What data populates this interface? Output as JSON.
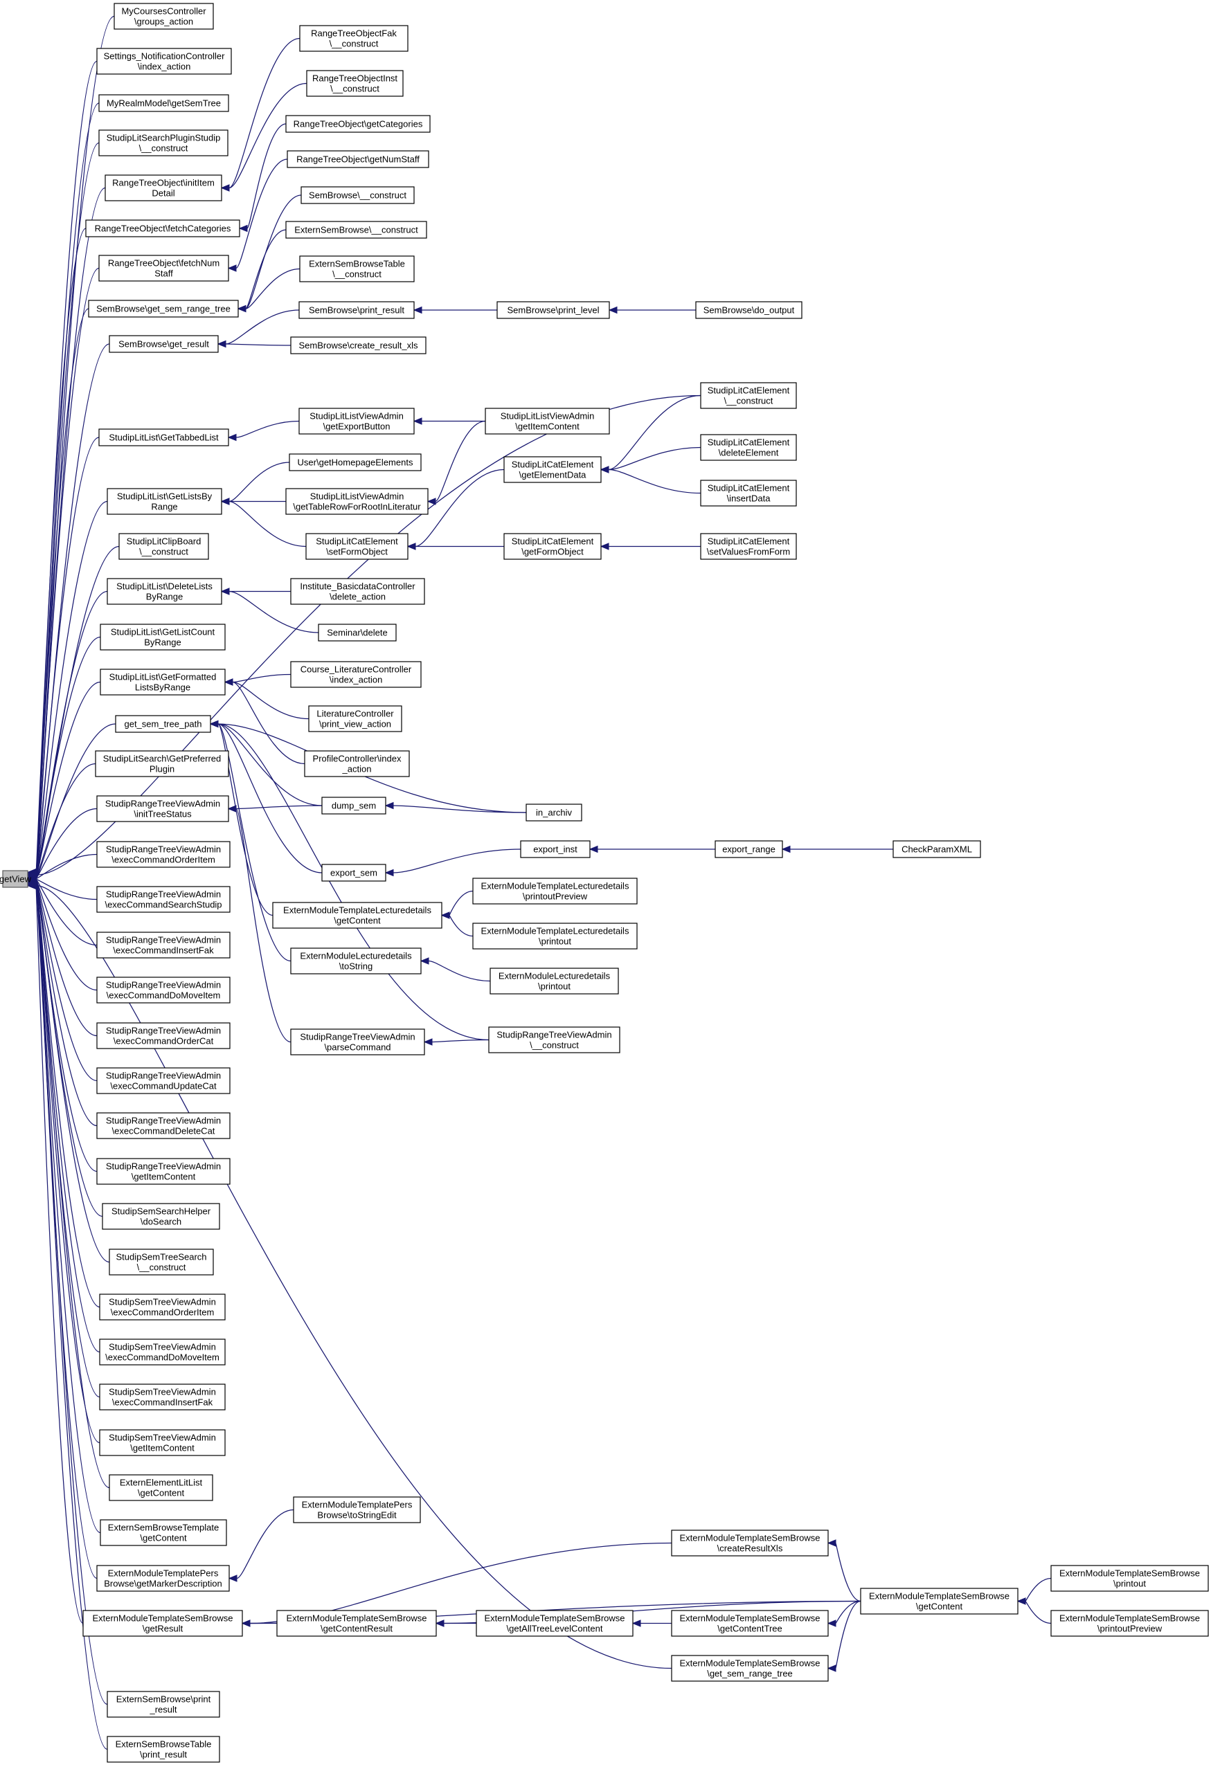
{
  "diagram": {
    "title": "",
    "nodes": [
      {
        "id": "getView",
        "label": [
          "getView"
        ],
        "root": true
      },
      {
        "id": "n01",
        "label": [
          "MyCoursesController",
          "\\groups_action"
        ]
      },
      {
        "id": "n02",
        "label": [
          "Settings_NotificationController",
          "\\index_action"
        ]
      },
      {
        "id": "n03",
        "label": [
          "MyRealmModel\\getSemTree"
        ]
      },
      {
        "id": "n04",
        "label": [
          "StudipLitSearchPluginStudip",
          "\\__construct"
        ]
      },
      {
        "id": "n05",
        "label": [
          "RangeTreeObject\\initItem",
          "Detail"
        ]
      },
      {
        "id": "n06",
        "label": [
          "RangeTreeObject\\fetchCategories"
        ]
      },
      {
        "id": "n07",
        "label": [
          "RangeTreeObject\\fetchNum",
          "Staff"
        ]
      },
      {
        "id": "n08",
        "label": [
          "SemBrowse\\get_sem_range_tree"
        ]
      },
      {
        "id": "n09",
        "label": [
          "SemBrowse\\get_result"
        ]
      },
      {
        "id": "n10",
        "label": [
          "StudipLitList\\GetTabbedList"
        ]
      },
      {
        "id": "n11",
        "label": [
          "StudipLitList\\GetListsBy",
          "Range"
        ]
      },
      {
        "id": "n12",
        "label": [
          "StudipLitClipBoard",
          "\\__construct"
        ]
      },
      {
        "id": "n13",
        "label": [
          "StudipLitList\\DeleteLists",
          "ByRange"
        ]
      },
      {
        "id": "n14",
        "label": [
          "StudipLitList\\GetListCount",
          "ByRange"
        ]
      },
      {
        "id": "n15",
        "label": [
          "StudipLitList\\GetFormatted",
          "ListsByRange"
        ]
      },
      {
        "id": "n16",
        "label": [
          "get_sem_tree_path"
        ]
      },
      {
        "id": "n17",
        "label": [
          "StudipLitSearch\\GetPreferred",
          "Plugin"
        ]
      },
      {
        "id": "n18",
        "label": [
          "StudipRangeTreeViewAdmin",
          "\\initTreeStatus"
        ]
      },
      {
        "id": "n19",
        "label": [
          "StudipRangeTreeViewAdmin",
          "\\execCommandOrderItem"
        ]
      },
      {
        "id": "n20",
        "label": [
          "StudipRangeTreeViewAdmin",
          "\\execCommandSearchStudip"
        ]
      },
      {
        "id": "n21",
        "label": [
          "StudipRangeTreeViewAdmin",
          "\\execCommandInsertFak"
        ]
      },
      {
        "id": "n22",
        "label": [
          "StudipRangeTreeViewAdmin",
          "\\execCommandDoMoveItem"
        ]
      },
      {
        "id": "n23",
        "label": [
          "StudipRangeTreeViewAdmin",
          "\\execCommandOrderCat"
        ]
      },
      {
        "id": "n24",
        "label": [
          "StudipRangeTreeViewAdmin",
          "\\execCommandUpdateCat"
        ]
      },
      {
        "id": "n25",
        "label": [
          "StudipRangeTreeViewAdmin",
          "\\execCommandDeleteCat"
        ]
      },
      {
        "id": "n26",
        "label": [
          "StudipRangeTreeViewAdmin",
          "\\getItemContent"
        ]
      },
      {
        "id": "n27",
        "label": [
          "StudipSemSearchHelper",
          "\\doSearch"
        ]
      },
      {
        "id": "n28",
        "label": [
          "StudipSemTreeSearch",
          "\\__construct"
        ]
      },
      {
        "id": "n29",
        "label": [
          "StudipSemTreeViewAdmin",
          "\\execCommandOrderItem"
        ]
      },
      {
        "id": "n30",
        "label": [
          "StudipSemTreeViewAdmin",
          "\\execCommandDoMoveItem"
        ]
      },
      {
        "id": "n31",
        "label": [
          "StudipSemTreeViewAdmin",
          "\\execCommandInsertFak"
        ]
      },
      {
        "id": "n32",
        "label": [
          "StudipSemTreeViewAdmin",
          "\\getItemContent"
        ]
      },
      {
        "id": "n33",
        "label": [
          "ExternElementLitList",
          "\\getContent"
        ]
      },
      {
        "id": "n34",
        "label": [
          "ExternSemBrowseTemplate",
          "\\getContent"
        ]
      },
      {
        "id": "n35",
        "label": [
          "ExternModuleTemplatePers",
          "Browse\\getMarkerDescription"
        ]
      },
      {
        "id": "n36",
        "label": [
          "ExternModuleTemplateSemBrowse",
          "\\getResult"
        ]
      },
      {
        "id": "n37",
        "label": [
          "ExternSemBrowse\\print",
          "_result"
        ]
      },
      {
        "id": "n38",
        "label": [
          "ExternSemBrowseTable",
          "\\print_result"
        ]
      },
      {
        "id": "m01",
        "label": [
          "RangeTreeObjectFak",
          "\\__construct"
        ]
      },
      {
        "id": "m02",
        "label": [
          "RangeTreeObjectInst",
          "\\__construct"
        ]
      },
      {
        "id": "m03",
        "label": [
          "RangeTreeObject\\getCategories"
        ]
      },
      {
        "id": "m04",
        "label": [
          "RangeTreeObject\\getNumStaff"
        ]
      },
      {
        "id": "m05",
        "label": [
          "SemBrowse\\__construct"
        ]
      },
      {
        "id": "m06",
        "label": [
          "ExternSemBrowse\\__construct"
        ]
      },
      {
        "id": "m07",
        "label": [
          "ExternSemBrowseTable",
          "\\__construct"
        ]
      },
      {
        "id": "m08",
        "label": [
          "SemBrowse\\print_result"
        ]
      },
      {
        "id": "m09",
        "label": [
          "SemBrowse\\create_result_xls"
        ]
      },
      {
        "id": "m10",
        "label": [
          "StudipLitListViewAdmin",
          "\\getExportButton"
        ]
      },
      {
        "id": "m11",
        "label": [
          "User\\getHomepageElements"
        ]
      },
      {
        "id": "m12",
        "label": [
          "StudipLitListViewAdmin",
          "\\getTableRowForRootInLiteratur"
        ]
      },
      {
        "id": "m13",
        "label": [
          "StudipLitCatElement",
          "\\setFormObject"
        ]
      },
      {
        "id": "m14",
        "label": [
          "Institute_BasicdataController",
          "\\delete_action"
        ]
      },
      {
        "id": "m15",
        "label": [
          "Seminar\\delete"
        ]
      },
      {
        "id": "m16",
        "label": [
          "Course_LiteratureController",
          "\\index_action"
        ]
      },
      {
        "id": "m17",
        "label": [
          "LiteratureController",
          "\\print_view_action"
        ]
      },
      {
        "id": "m18",
        "label": [
          "ProfileController\\index",
          "_action"
        ]
      },
      {
        "id": "m19",
        "label": [
          "dump_sem"
        ]
      },
      {
        "id": "m20",
        "label": [
          "export_sem"
        ]
      },
      {
        "id": "m21",
        "label": [
          "ExternModuleTemplateLecturedetails",
          "\\getContent"
        ]
      },
      {
        "id": "m22",
        "label": [
          "ExternModuleLecturedetails",
          "\\toString"
        ]
      },
      {
        "id": "m23",
        "label": [
          "StudipRangeTreeViewAdmin",
          "\\parseCommand"
        ]
      },
      {
        "id": "m24",
        "label": [
          "ExternModuleTemplatePers",
          "Browse\\toStringEdit"
        ]
      },
      {
        "id": "m25",
        "label": [
          "ExternModuleTemplateSemBrowse",
          "\\getContentResult"
        ]
      },
      {
        "id": "p01",
        "label": [
          "SemBrowse\\print_level"
        ]
      },
      {
        "id": "p02",
        "label": [
          "StudipLitListViewAdmin",
          "\\getItemContent"
        ]
      },
      {
        "id": "p03",
        "label": [
          "StudipLitCatElement",
          "\\getElementData"
        ]
      },
      {
        "id": "p04",
        "label": [
          "StudipLitCatElement",
          "\\getFormObject"
        ]
      },
      {
        "id": "p05",
        "label": [
          "in_archiv"
        ]
      },
      {
        "id": "p06",
        "label": [
          "export_inst"
        ]
      },
      {
        "id": "p07",
        "label": [
          "ExternModuleTemplateLecturedetails",
          "\\printoutPreview"
        ]
      },
      {
        "id": "p08",
        "label": [
          "ExternModuleTemplateLecturedetails",
          "\\printout"
        ]
      },
      {
        "id": "p09",
        "label": [
          "ExternModuleLecturedetails",
          "\\printout"
        ]
      },
      {
        "id": "p10",
        "label": [
          "StudipRangeTreeViewAdmin",
          "\\__construct"
        ]
      },
      {
        "id": "p11",
        "label": [
          "ExternModuleTemplateSemBrowse",
          "\\getAllTreeLevelContent"
        ]
      },
      {
        "id": "q01",
        "label": [
          "SemBrowse\\do_output"
        ]
      },
      {
        "id": "q02",
        "label": [
          "StudipLitCatElement",
          "\\__construct"
        ]
      },
      {
        "id": "q03",
        "label": [
          "StudipLitCatElement",
          "\\deleteElement"
        ]
      },
      {
        "id": "q04",
        "label": [
          "StudipLitCatElement",
          "\\insertData"
        ]
      },
      {
        "id": "q05",
        "label": [
          "StudipLitCatElement",
          "\\setValuesFromForm"
        ]
      },
      {
        "id": "q06",
        "label": [
          "export_range"
        ]
      },
      {
        "id": "q07",
        "label": [
          "ExternModuleTemplateSemBrowse",
          "\\createResultXls"
        ]
      },
      {
        "id": "q08",
        "label": [
          "ExternModuleTemplateSemBrowse",
          "\\getContentTree"
        ]
      },
      {
        "id": "q09",
        "label": [
          "ExternModuleTemplateSemBrowse",
          "\\get_sem_range_tree"
        ]
      },
      {
        "id": "r01",
        "label": [
          "CheckParamXML"
        ]
      },
      {
        "id": "r02",
        "label": [
          "ExternModuleTemplateSemBrowse",
          "\\getContent"
        ]
      },
      {
        "id": "s01",
        "label": [
          "ExternModuleTemplateSemBrowse",
          "\\printout"
        ]
      },
      {
        "id": "s02",
        "label": [
          "ExternModuleTemplateSemBrowse",
          "\\printoutPreview"
        ]
      }
    ],
    "edges": [
      [
        "n01",
        "getView"
      ],
      [
        "n02",
        "getView"
      ],
      [
        "n03",
        "getView"
      ],
      [
        "n04",
        "getView"
      ],
      [
        "n05",
        "getView"
      ],
      [
        "n06",
        "getView"
      ],
      [
        "n07",
        "getView"
      ],
      [
        "n08",
        "getView"
      ],
      [
        "n09",
        "getView"
      ],
      [
        "n10",
        "getView"
      ],
      [
        "n11",
        "getView"
      ],
      [
        "n12",
        "getView"
      ],
      [
        "n13",
        "getView"
      ],
      [
        "n14",
        "getView"
      ],
      [
        "n15",
        "getView"
      ],
      [
        "n16",
        "getView"
      ],
      [
        "n17",
        "getView"
      ],
      [
        "n18",
        "getView"
      ],
      [
        "n19",
        "getView"
      ],
      [
        "n20",
        "getView"
      ],
      [
        "n21",
        "getView"
      ],
      [
        "n22",
        "getView"
      ],
      [
        "n23",
        "getView"
      ],
      [
        "n24",
        "getView"
      ],
      [
        "n25",
        "getView"
      ],
      [
        "n26",
        "getView"
      ],
      [
        "n27",
        "getView"
      ],
      [
        "n28",
        "getView"
      ],
      [
        "n29",
        "getView"
      ],
      [
        "n30",
        "getView"
      ],
      [
        "n31",
        "getView"
      ],
      [
        "n32",
        "getView"
      ],
      [
        "n33",
        "getView"
      ],
      [
        "n34",
        "getView"
      ],
      [
        "n35",
        "getView"
      ],
      [
        "n36",
        "getView"
      ],
      [
        "n37",
        "getView"
      ],
      [
        "n38",
        "getView"
      ],
      [
        "q02",
        "getView"
      ],
      [
        "q09",
        "getView"
      ],
      [
        "m01",
        "n05"
      ],
      [
        "m02",
        "n05"
      ],
      [
        "m03",
        "n06"
      ],
      [
        "m04",
        "n07"
      ],
      [
        "m05",
        "n08"
      ],
      [
        "m06",
        "n08"
      ],
      [
        "m07",
        "n08"
      ],
      [
        "m08",
        "n09"
      ],
      [
        "m09",
        "n09"
      ],
      [
        "p01",
        "m08"
      ],
      [
        "q01",
        "p01"
      ],
      [
        "m10",
        "n10"
      ],
      [
        "p02",
        "m10"
      ],
      [
        "m11",
        "n11"
      ],
      [
        "m12",
        "n11"
      ],
      [
        "m13",
        "n11"
      ],
      [
        "p02",
        "m12"
      ],
      [
        "p03",
        "m13"
      ],
      [
        "p04",
        "m13"
      ],
      [
        "q02",
        "p03"
      ],
      [
        "q03",
        "p03"
      ],
      [
        "q04",
        "p03"
      ],
      [
        "q05",
        "p04"
      ],
      [
        "m14",
        "n13"
      ],
      [
        "m15",
        "n13"
      ],
      [
        "m16",
        "n15"
      ],
      [
        "m17",
        "n15"
      ],
      [
        "m18",
        "n15"
      ],
      [
        "m19",
        "n16"
      ],
      [
        "p05",
        "n16"
      ],
      [
        "m20",
        "n16"
      ],
      [
        "m21",
        "n16"
      ],
      [
        "m22",
        "n16"
      ],
      [
        "p10",
        "n16"
      ],
      [
        "p05",
        "m19"
      ],
      [
        "p06",
        "m20"
      ],
      [
        "q06",
        "p06"
      ],
      [
        "r01",
        "q06"
      ],
      [
        "m19",
        "n18"
      ],
      [
        "m23",
        "n18"
      ],
      [
        "p07",
        "m21"
      ],
      [
        "p08",
        "m21"
      ],
      [
        "p09",
        "m22"
      ],
      [
        "p10",
        "m23"
      ],
      [
        "m24",
        "n35"
      ],
      [
        "m25",
        "n36"
      ],
      [
        "q07",
        "n36"
      ],
      [
        "r02",
        "n36"
      ],
      [
        "p11",
        "m25"
      ],
      [
        "r02",
        "m25"
      ],
      [
        "q08",
        "p11"
      ],
      [
        "r02",
        "q08"
      ],
      [
        "r02",
        "q07"
      ],
      [
        "s01",
        "r02"
      ],
      [
        "s02",
        "r02"
      ],
      [
        "r02",
        "q09"
      ]
    ]
  }
}
